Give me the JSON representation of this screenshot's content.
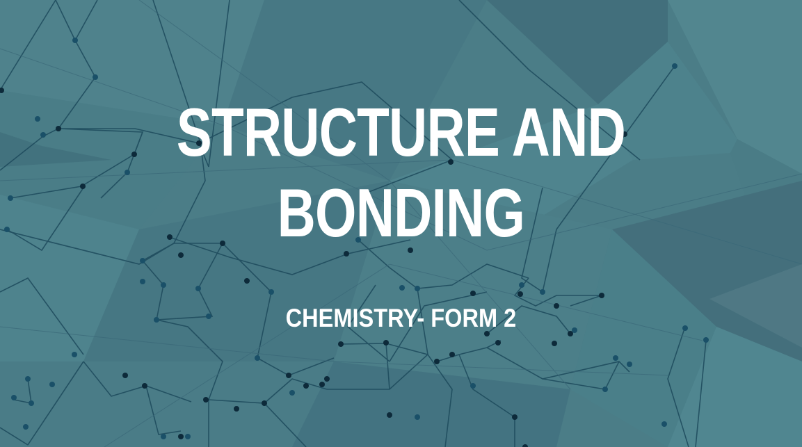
{
  "slide": {
    "title_line1": "STRUCTURE AND",
    "title_line2": "BONDING",
    "subtitle": "CHEMISTRY- FORM 2"
  },
  "theme": {
    "background": "#4b7d87",
    "text_color": "#ffffff",
    "node_color": "#0d2a3a",
    "line_color": "#1d4a5c"
  },
  "background_graphic": "polygonal-molecular-network"
}
